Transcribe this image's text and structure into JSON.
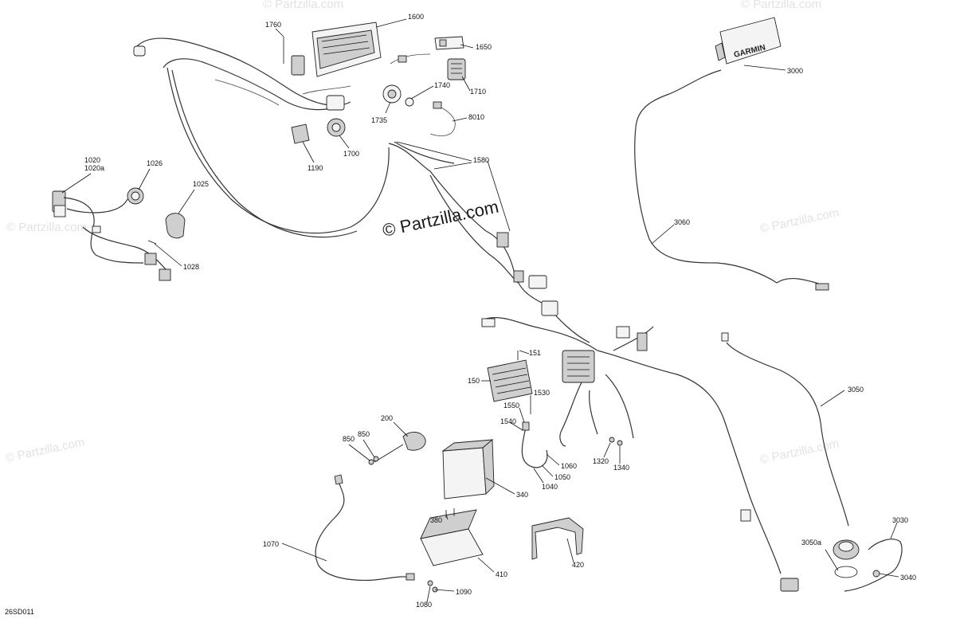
{
  "diagram": {
    "reference_code": "26SD011",
    "copyright_main": "© Partzilla.com",
    "watermark": "© Partzilla.com",
    "brand_on_display": "GARMIN",
    "callouts": {
      "c1760": "1760",
      "c1600": "1600",
      "c1650": "1650",
      "c1740": "1740",
      "c1710": "1710",
      "c1735": "1735",
      "c8010": "8010",
      "c1700": "1700",
      "c1190": "1190",
      "c1580": "1580",
      "c3000": "3000",
      "c3060": "3060",
      "c1020": "1020",
      "c1020a": "1020a",
      "c1026": "1026",
      "c1025": "1025",
      "c1028": "1028",
      "c151": "151",
      "c150": "150",
      "c1530": "1530",
      "c1550": "1550",
      "c1540": "1540",
      "c200": "200",
      "c850a": "850",
      "c850b": "850",
      "c1060": "1060",
      "c1050": "1050",
      "c1040": "1040",
      "c1320": "1320",
      "c1340": "1340",
      "c340": "340",
      "c3050": "3050",
      "c380": "380",
      "c410": "410",
      "c420": "420",
      "c1070": "1070",
      "c1090": "1090",
      "c1080": "1080",
      "c3030": "3030",
      "c3050a": "3050a",
      "c3040": "3040"
    }
  }
}
